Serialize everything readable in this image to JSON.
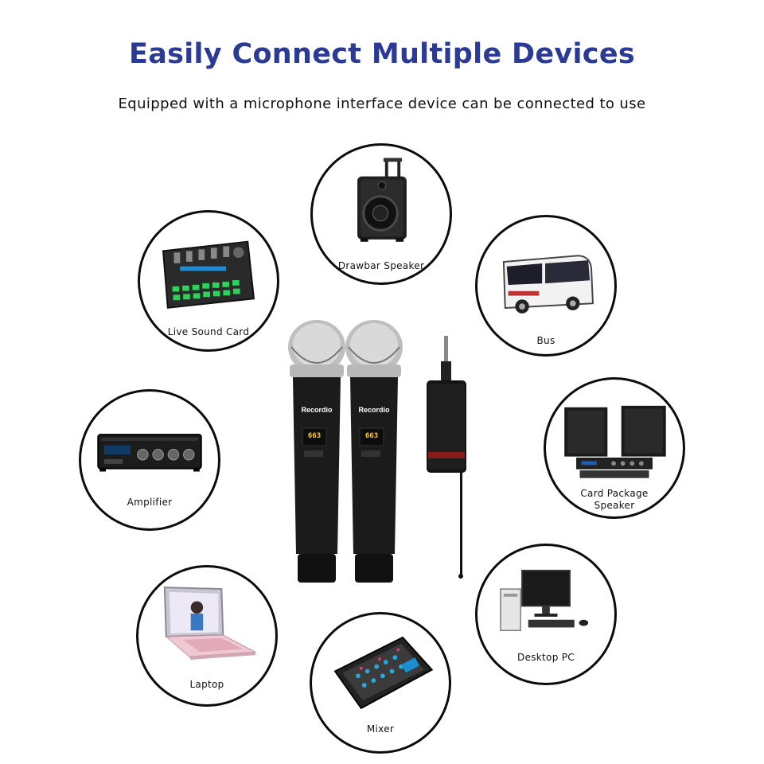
{
  "header": {
    "title": "Easily Connect Multiple Devices",
    "subtitle": "Equipped with a microphone interface device can be connected to use"
  },
  "devices": {
    "drawbar_speaker": "Drawbar Speaker",
    "live_sound_card": "Live Sound Card",
    "bus": "Bus",
    "amplifier": "Amplifier",
    "card_package_speaker_line1": "Card Package",
    "card_package_speaker_line2": "Speaker",
    "laptop": "Laptop",
    "desktop_pc": "Desktop PC",
    "mixer": "Mixer"
  },
  "product": {
    "brand": "Recordio",
    "display_reading": "663"
  },
  "colors": {
    "title": "#2b3a94",
    "circle_border": "#0c0c0c",
    "lcd": "#ffcc33",
    "sound_card_pads": "#2fd35a"
  }
}
